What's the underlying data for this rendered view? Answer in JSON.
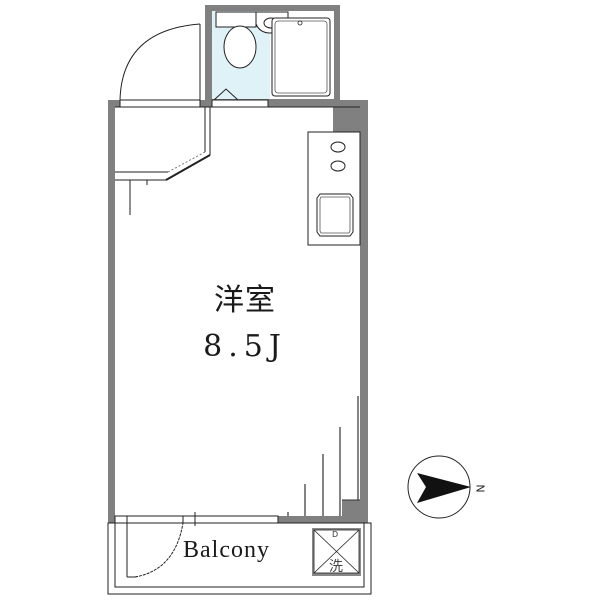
{
  "floor_plan": {
    "main_room": {
      "name": "洋室",
      "area": "8.5J"
    },
    "balcony": {
      "label": "Balcony"
    },
    "washer_space": {
      "drain_label": "D",
      "washer_label": "洗"
    },
    "compass": {
      "direction_label": "N",
      "points": "right"
    },
    "colors": {
      "wall": "#808080",
      "bathroom_fill": "#dff2f8",
      "line": "#222222",
      "background": "#ffffff"
    }
  }
}
